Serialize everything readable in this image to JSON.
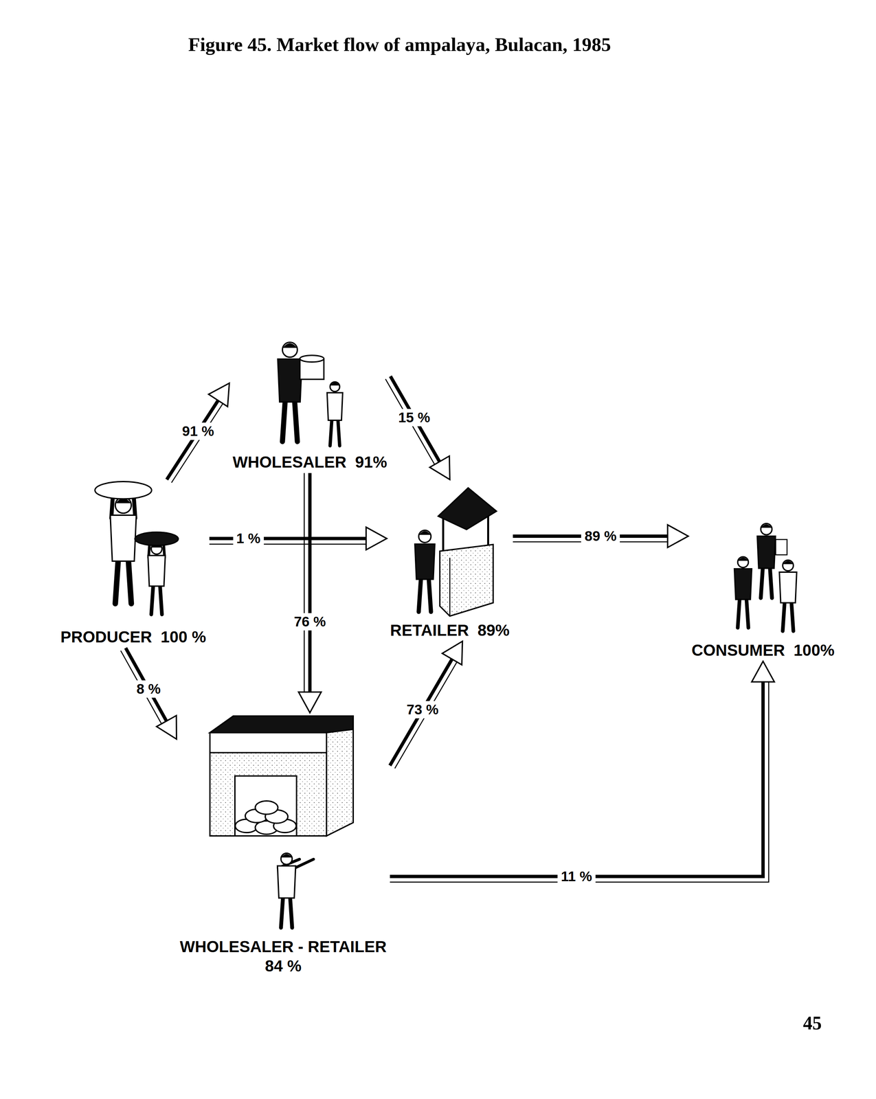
{
  "diagram": {
    "title": "Figure 45. Market flow of ampalaya, Bulacan, 1985",
    "nodes": [
      {
        "text": [
          "WHOLESALER",
          "91%"
        ]
      },
      {
        "text": [
          "PRODUCER",
          "100 %"
        ]
      },
      {
        "text": [
          "RETAILER",
          "89%"
        ]
      },
      {
        "text": [
          "CONSUMER",
          "100%"
        ]
      },
      {
        "text": [
          "WHOLESALER - RETAILER",
          "84 %"
        ]
      }
    ],
    "edges": [
      {
        "from": 1,
        "to": 0,
        "label": "91 %",
        "arrow": "to"
      },
      {
        "from": 0,
        "to": 2,
        "label": "15 %",
        "arrow": "to"
      },
      {
        "from": 1,
        "to": 2,
        "label": "1 %",
        "arrow": "to"
      },
      {
        "from": 0,
        "to": 4,
        "label": "76 %",
        "arrow": "to"
      },
      {
        "from": 1,
        "to": 4,
        "label": "8 %",
        "arrow": "to"
      },
      {
        "from": 4,
        "to": 2,
        "label": "73 %",
        "arrow": "to"
      },
      {
        "from": 2,
        "to": 3,
        "label": "89 %",
        "arrow": "to"
      },
      {
        "from": 4,
        "to": 3,
        "label": "11 %",
        "arrow": "to"
      }
    ],
    "labels": [
      "45"
    ]
  }
}
